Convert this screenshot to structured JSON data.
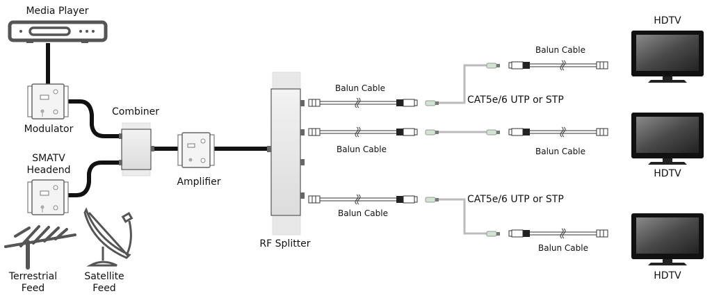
{
  "diagram": {
    "type": "signal-distribution",
    "nodes": {
      "media_player": "Media Player",
      "modulator": "Modulator",
      "smatv_headend_line1": "SMATV",
      "smatv_headend_line2": "Headend",
      "combiner": "Combiner",
      "amplifier": "Amplifier",
      "rf_splitter": "RF Splitter",
      "terrestrial_line1": "Terrestrial",
      "terrestrial_line2": "Feed",
      "satellite_line1": "Satellite",
      "satellite_line2": "Feed",
      "hdtv_1": "HDTV",
      "hdtv_2": "HDTV",
      "hdtv_3": "HDTV"
    },
    "cables": {
      "balun_1a": "Balun Cable",
      "balun_1b": "Balun Cable",
      "balun_2a": "Balun Cable",
      "balun_2b": "Balun Cable",
      "balun_3a": "Balun Cable",
      "balun_3b": "Balun Cable",
      "cat_1": "CAT5e/6 UTP or STP",
      "cat_3": "CAT5e/6 UTP or STP"
    },
    "edges": [
      [
        "Media Player",
        "Modulator"
      ],
      [
        "Modulator",
        "Combiner"
      ],
      [
        "SMATV Headend",
        "Combiner"
      ],
      [
        "Combiner",
        "Amplifier"
      ],
      [
        "Amplifier",
        "RF Splitter"
      ],
      [
        "RF Splitter",
        "HDTV 1"
      ],
      [
        "RF Splitter",
        "HDTV 2"
      ],
      [
        "RF Splitter",
        "HDTV 3"
      ]
    ]
  }
}
